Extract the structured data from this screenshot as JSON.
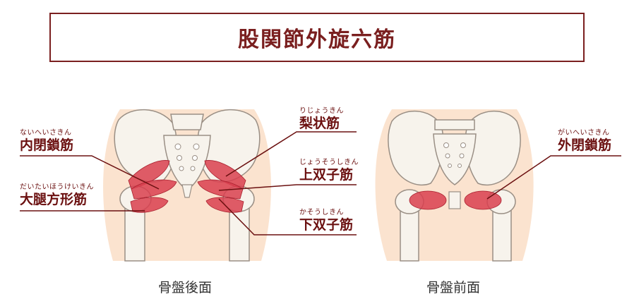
{
  "title": "股関節外旋六筋",
  "colors": {
    "accent": "#7a1f1f",
    "muscle": "#d9404f",
    "skin": "#fbe3cf",
    "bone": "#f7f3ec",
    "bone_outline": "#9a8f85"
  },
  "labels": {
    "naiheisakin": {
      "ruby": "ないへいさきん",
      "name": "内閉鎖筋"
    },
    "daitaihoukeikin": {
      "ruby": "だいたいほうけいきん",
      "name": "大腿方形筋"
    },
    "rijoukin": {
      "ruby": "りじょうきん",
      "name": "梨状筋"
    },
    "jousoushikin": {
      "ruby": "じょうそうしきん",
      "name": "上双子筋"
    },
    "kasoushikin": {
      "ruby": "かそうしきん",
      "name": "下双子筋"
    },
    "gaiheisakin": {
      "ruby": "がいへいさきん",
      "name": "外閉鎖筋"
    }
  },
  "captions": {
    "back": "骨盤後面",
    "front": "骨盤前面"
  }
}
